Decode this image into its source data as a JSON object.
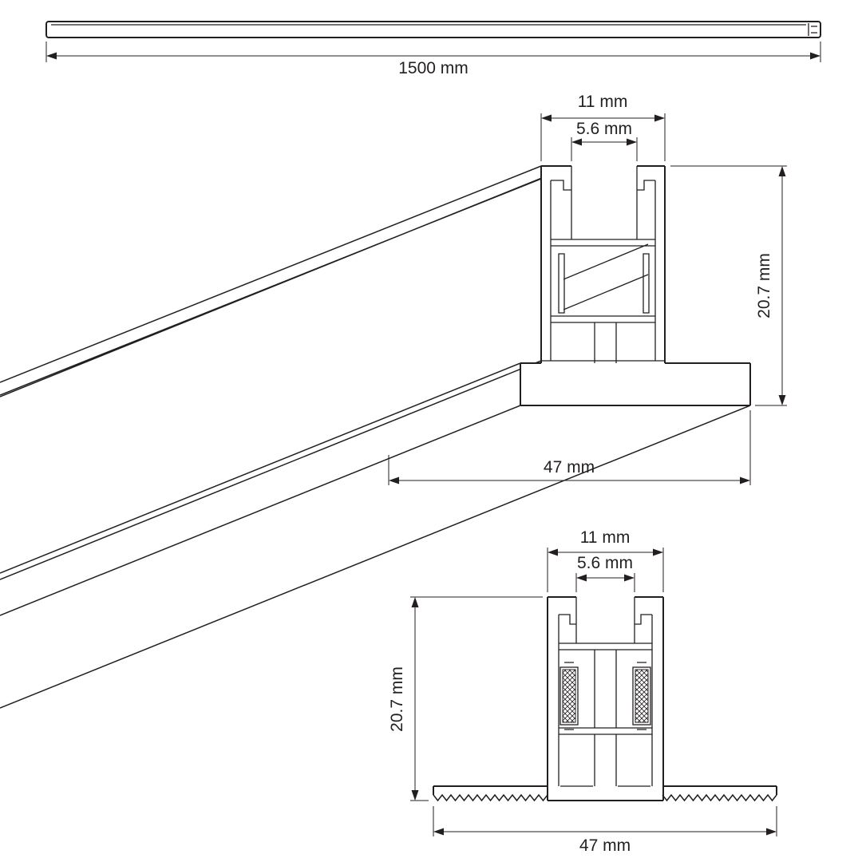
{
  "page": {
    "background": "#ffffff",
    "line_color": "#231f20"
  },
  "views": {
    "full_profile": {
      "length_label": "1500 mm"
    },
    "perspective": {
      "top_width_label": "11 mm",
      "slot_width_label": "5.6 mm",
      "height_label": "20.7 mm",
      "base_width_label": "47 mm"
    },
    "cross_section": {
      "top_width_label": "11 mm",
      "slot_width_label": "5.6 mm",
      "height_label": "20.7 mm",
      "base_width_label": "47 mm"
    }
  }
}
